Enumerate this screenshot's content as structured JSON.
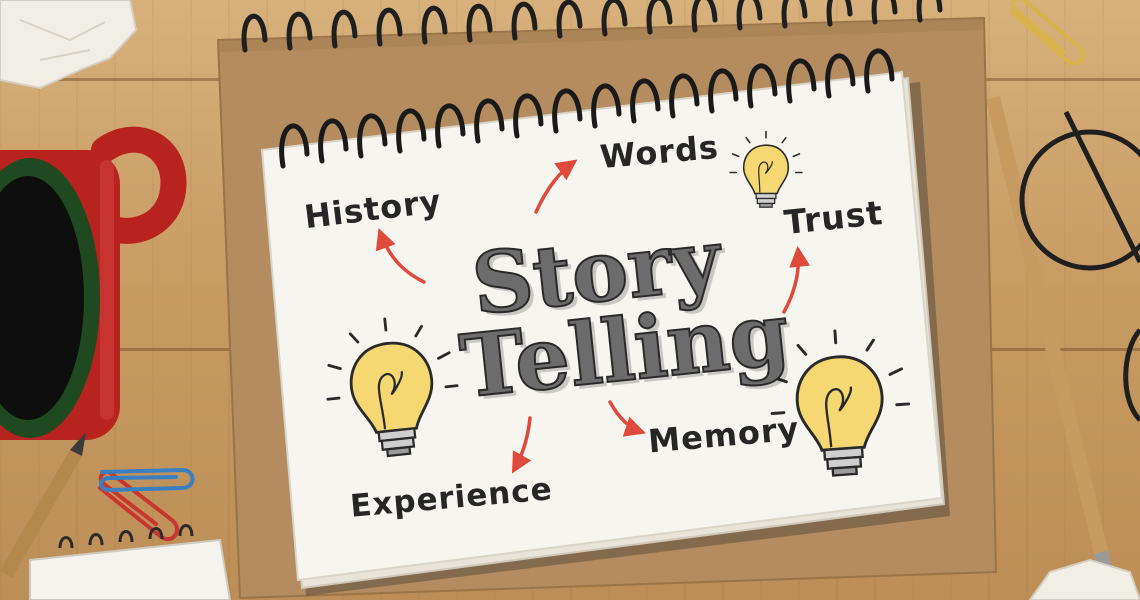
{
  "scene": {
    "title_line_1": "Story",
    "title_line_2": "Telling",
    "keywords": {
      "history": "History",
      "words": "Words",
      "trust": "Trust",
      "memory": "Memory",
      "experience": "Experience"
    }
  },
  "colors": {
    "desk": "#c99c64",
    "cardboard": "#b48c5f",
    "paper": "#f7f5ef",
    "arrow": "#e04a3c",
    "bulb": "#f6d872",
    "mug": "#b8231f",
    "ink": "#262626"
  }
}
